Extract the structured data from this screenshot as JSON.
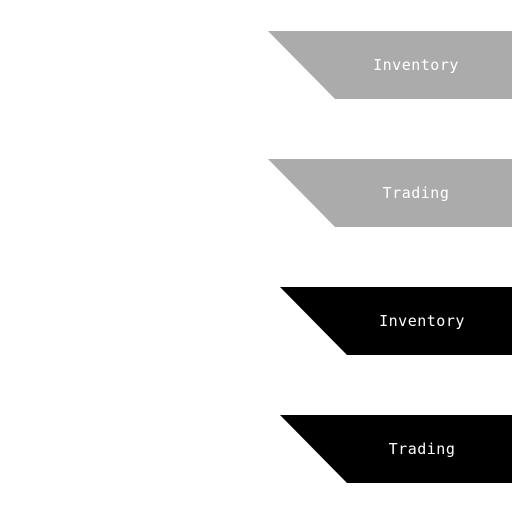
{
  "tabs": [
    {
      "label": "Inventory",
      "state": "inactive",
      "color": "#ababab"
    },
    {
      "label": "Trading",
      "state": "inactive",
      "color": "#ababab"
    },
    {
      "label": "Inventory",
      "state": "active",
      "color": "#000000"
    },
    {
      "label": "Trading",
      "state": "active",
      "color": "#000000"
    }
  ],
  "text_color": "#ffffff"
}
